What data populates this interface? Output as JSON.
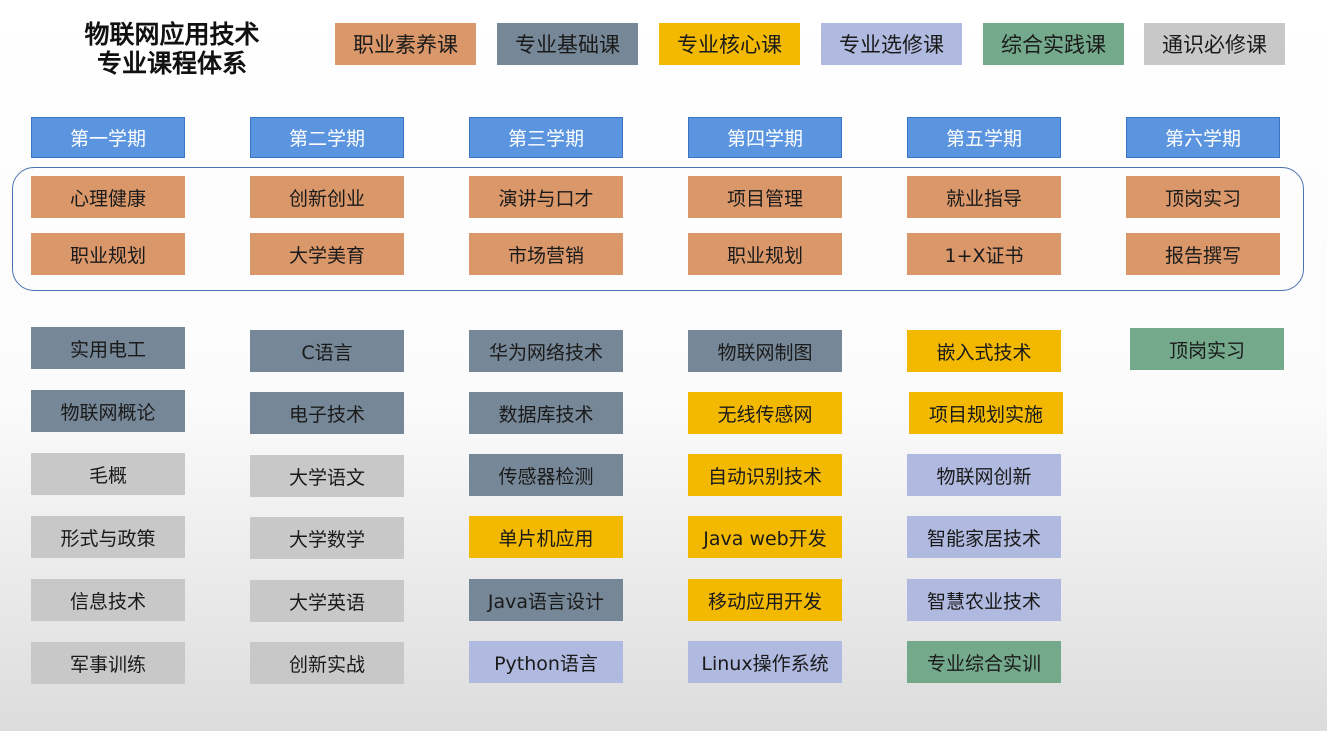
{
  "title_lines": [
    "物联网应用技术",
    "专业课程体系"
  ],
  "colors": {
    "zhiye": "#d9976a",
    "jichu": "#768797",
    "hexin": "#f2b900",
    "xuanxiu": "#b0b9df",
    "shijian": "#74a98b",
    "tongshi": "#c8c8c8",
    "semester": "#5b95e0",
    "frame": "#4a72b0"
  },
  "legend": [
    {
      "label": "职业素养课",
      "type": "zhiye"
    },
    {
      "label": "专业基础课",
      "type": "jichu"
    },
    {
      "label": "专业核心课",
      "type": "hexin"
    },
    {
      "label": "专业选修课",
      "type": "xuanxiu"
    },
    {
      "label": "综合实践课",
      "type": "shijian"
    },
    {
      "label": "通识必修课",
      "type": "tongshi"
    }
  ],
  "semesters": [
    {
      "label": "第一学期",
      "group": [
        {
          "label": "心理健康",
          "type": "zhiye"
        },
        {
          "label": "职业规划",
          "type": "zhiye"
        }
      ],
      "courses": [
        {
          "label": "实用电工",
          "type": "jichu"
        },
        {
          "label": "物联网概论",
          "type": "jichu"
        },
        {
          "label": "毛概",
          "type": "tongshi"
        },
        {
          "label": "形式与政策",
          "type": "tongshi"
        },
        {
          "label": "信息技术",
          "type": "tongshi"
        },
        {
          "label": "军事训练",
          "type": "tongshi"
        }
      ]
    },
    {
      "label": "第二学期",
      "group": [
        {
          "label": "创新创业",
          "type": "zhiye"
        },
        {
          "label": "大学美育",
          "type": "zhiye"
        }
      ],
      "courses": [
        {
          "label": "C语言",
          "type": "jichu"
        },
        {
          "label": "电子技术",
          "type": "jichu"
        },
        {
          "label": "大学语文",
          "type": "tongshi"
        },
        {
          "label": "大学数学",
          "type": "tongshi"
        },
        {
          "label": "大学英语",
          "type": "tongshi"
        },
        {
          "label": "创新实战",
          "type": "tongshi"
        }
      ]
    },
    {
      "label": "第三学期",
      "group": [
        {
          "label": "演讲与口才",
          "type": "zhiye"
        },
        {
          "label": "市场营销",
          "type": "zhiye"
        }
      ],
      "courses": [
        {
          "label": "华为网络技术",
          "type": "jichu"
        },
        {
          "label": "数据库技术",
          "type": "jichu"
        },
        {
          "label": "传感器检测",
          "type": "jichu"
        },
        {
          "label": "单片机应用",
          "type": "hexin"
        },
        {
          "label": "Java语言设计",
          "type": "jichu"
        },
        {
          "label": "Python语言",
          "type": "xuanxiu"
        }
      ]
    },
    {
      "label": "第四学期",
      "group": [
        {
          "label": "项目管理",
          "type": "zhiye"
        },
        {
          "label": "职业规划",
          "type": "zhiye"
        }
      ],
      "courses": [
        {
          "label": "物联网制图",
          "type": "jichu"
        },
        {
          "label": "无线传感网",
          "type": "hexin"
        },
        {
          "label": "自动识别技术",
          "type": "hexin"
        },
        {
          "label": "Java web开发",
          "type": "hexin"
        },
        {
          "label": "移动应用开发",
          "type": "hexin"
        },
        {
          "label": "Linux操作系统",
          "type": "xuanxiu"
        }
      ]
    },
    {
      "label": "第五学期",
      "group": [
        {
          "label": "就业指导",
          "type": "zhiye"
        },
        {
          "label": "1+X证书",
          "type": "zhiye"
        }
      ],
      "courses": [
        {
          "label": "嵌入式技术",
          "type": "hexin"
        },
        {
          "label": "项目规划实施",
          "type": "hexin"
        },
        {
          "label": "物联网创新",
          "type": "xuanxiu"
        },
        {
          "label": "智能家居技术",
          "type": "xuanxiu"
        },
        {
          "label": "智慧农业技术",
          "type": "xuanxiu"
        },
        {
          "label": "专业综合实训",
          "type": "shijian"
        }
      ]
    },
    {
      "label": "第六学期",
      "group": [
        {
          "label": "顶岗实习",
          "type": "zhiye"
        },
        {
          "label": "报告撰写",
          "type": "zhiye"
        }
      ],
      "courses": [
        {
          "label": "顶岗实习",
          "type": "shijian"
        }
      ]
    }
  ]
}
